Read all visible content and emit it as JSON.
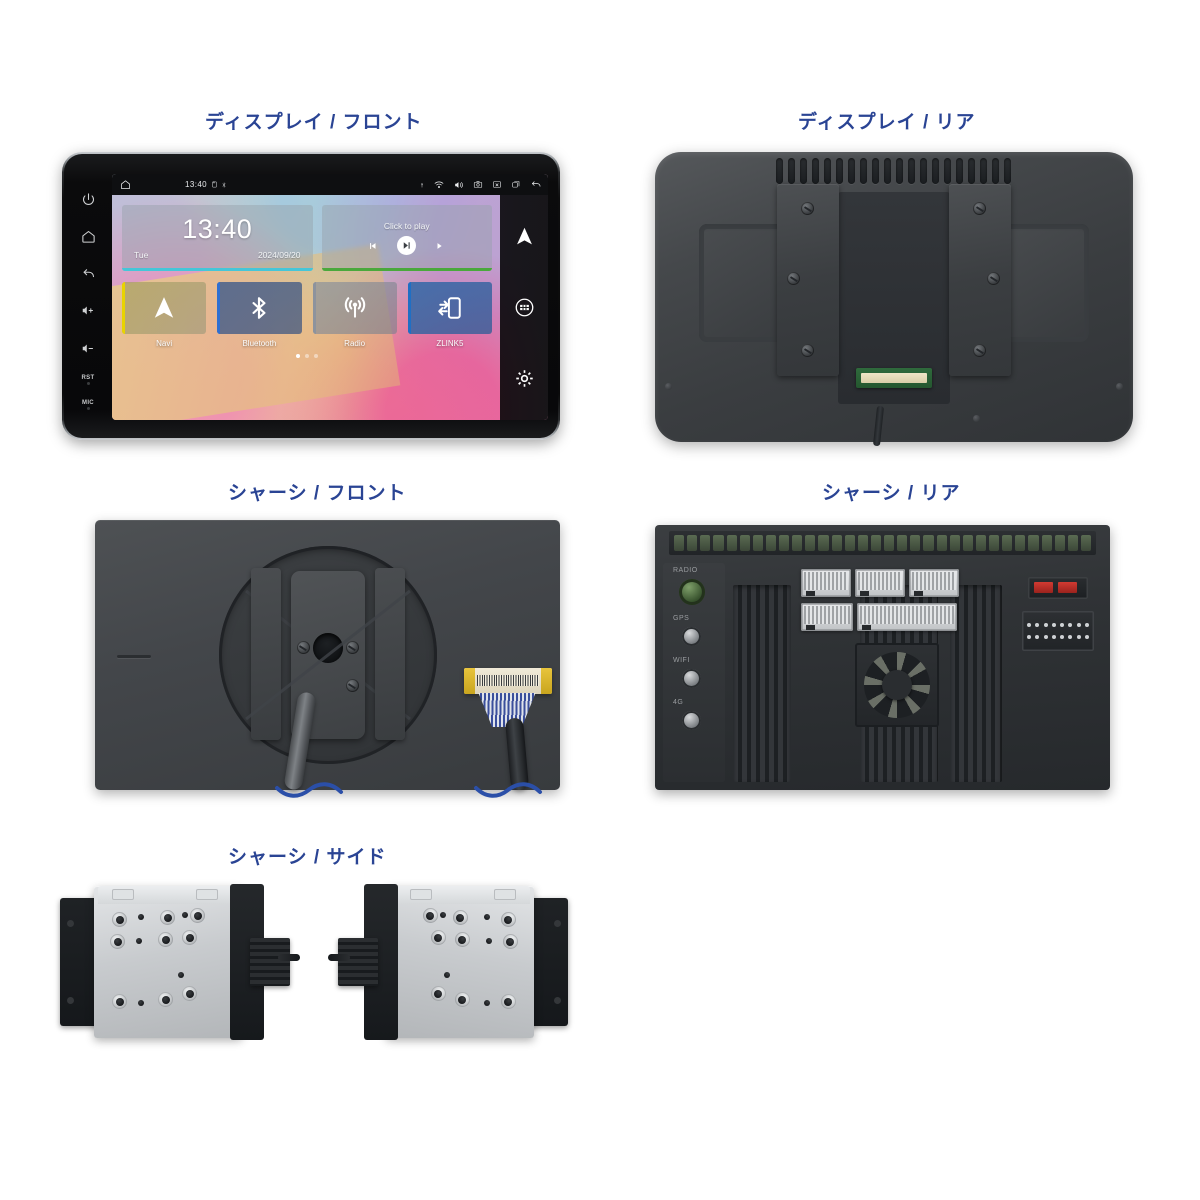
{
  "page": {
    "background": "#ffffff",
    "label_color": "#2a4494"
  },
  "sections": [
    {
      "id": "display-front",
      "label": "ディスプレイ / フロント"
    },
    {
      "id": "display-rear",
      "label": "ディスプレイ / リア"
    },
    {
      "id": "chassis-front",
      "label": "シャーシ / フロント"
    },
    {
      "id": "chassis-rear",
      "label": "シャーシ / リア"
    },
    {
      "id": "chassis-side",
      "label": "シャーシ / サイド"
    }
  ],
  "display_front": {
    "hardware_buttons": [
      {
        "name": "power",
        "icon": "power-icon",
        "label": ""
      },
      {
        "name": "home",
        "icon": "home-icon",
        "label": ""
      },
      {
        "name": "back",
        "icon": "back-arrow-icon",
        "label": ""
      },
      {
        "name": "volume-up",
        "icon": "volume-up-icon",
        "label": ""
      },
      {
        "name": "volume-down",
        "icon": "volume-down-icon",
        "label": ""
      },
      {
        "name": "reset",
        "icon": "reset-pinhole",
        "label": "RST"
      },
      {
        "name": "microphone",
        "icon": "mic-pinhole",
        "label": "MIC"
      }
    ],
    "status_bar": {
      "home_icon": "home-icon",
      "clock": "13:40",
      "left_icons": [
        "sd-card-icon",
        "bluetooth-icon"
      ],
      "right_icons": [
        "location-icon",
        "wifi-icon",
        "speaker-icon",
        "camera-icon",
        "close-icon",
        "recents-icon",
        "back-icon"
      ]
    },
    "clock_widget": {
      "time": "13:40",
      "weekday": "Tue",
      "date": "2024/09/20",
      "accent": "#45c6d8"
    },
    "media_widget": {
      "title": "Click to play",
      "prev_icon": "previous-track-icon",
      "play_icon": "play-pause-icon",
      "next_icon": "next-track-icon",
      "accent": "#4aa83c"
    },
    "apps": [
      {
        "label": "Navi",
        "icon": "navigation-arrow-icon",
        "accent": "#e8d400"
      },
      {
        "label": "Bluetooth",
        "icon": "bluetooth-icon",
        "accent": "#2f6fd0"
      },
      {
        "label": "Radio",
        "icon": "radio-waves-icon",
        "accent": "#8d939d"
      },
      {
        "label": "ZLINK5",
        "icon": "phone-link-icon",
        "accent": "#1f6fc4"
      }
    ],
    "page_dots": {
      "count": 3,
      "active_index": 0
    },
    "sidebar_icons": [
      {
        "name": "navigation-arrow-icon"
      },
      {
        "name": "app-drawer-icon"
      },
      {
        "name": "settings-gear-icon"
      }
    ]
  },
  "chassis_rear": {
    "ports": [
      {
        "label": "RADIO",
        "type": "antenna-jack-green"
      },
      {
        "label": "GPS",
        "type": "sma-jack"
      },
      {
        "label": "WIFI",
        "type": "sma-jack"
      },
      {
        "label": "4G",
        "type": "sma-jack"
      }
    ],
    "components": [
      "iso-connector-block",
      "cooling-fan",
      "heatsink-fins",
      "fuse-block",
      "pin-header",
      "top-vent"
    ]
  },
  "chassis_front": {
    "components": [
      "rotating-mount-plate",
      "cable-bundle",
      "lvds-ribbon-connector"
    ]
  },
  "chassis_side": {
    "views": [
      "side-view-left",
      "side-view-right"
    ]
  }
}
